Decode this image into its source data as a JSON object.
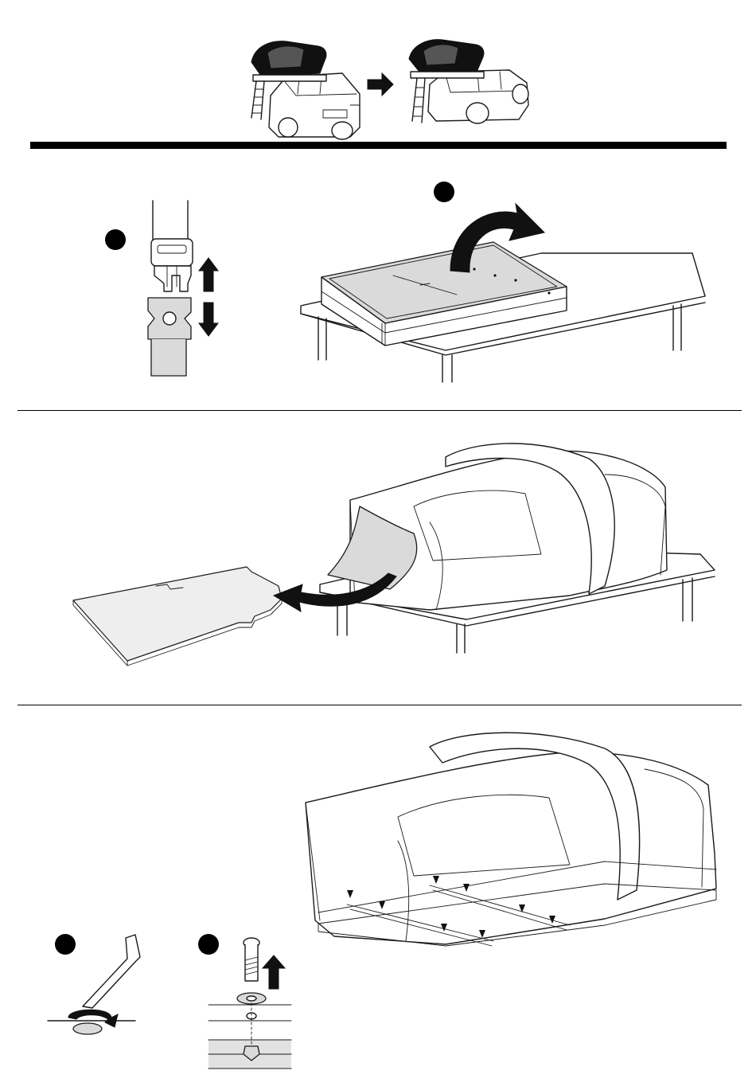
{
  "document": {
    "steps": [
      {
        "id": "header",
        "description_markers": []
      },
      {
        "id": "step-1",
        "callouts": [
          "dot",
          "dot"
        ]
      },
      {
        "id": "step-2",
        "callouts": []
      },
      {
        "id": "step-3",
        "callouts": [
          "dot",
          "dot"
        ]
      }
    ],
    "icons": {
      "header_arrow": "arrow-right-icon",
      "up_arrow": "arrow-up-icon",
      "down_arrow": "arrow-down-icon",
      "flip_arrow": "curved-arrow-icon",
      "remove_arrow": "curved-arrow-left-icon"
    },
    "colors": {
      "ink": "#1a1a1a",
      "fill_gray": "#dadada",
      "rule": "#000000"
    }
  }
}
